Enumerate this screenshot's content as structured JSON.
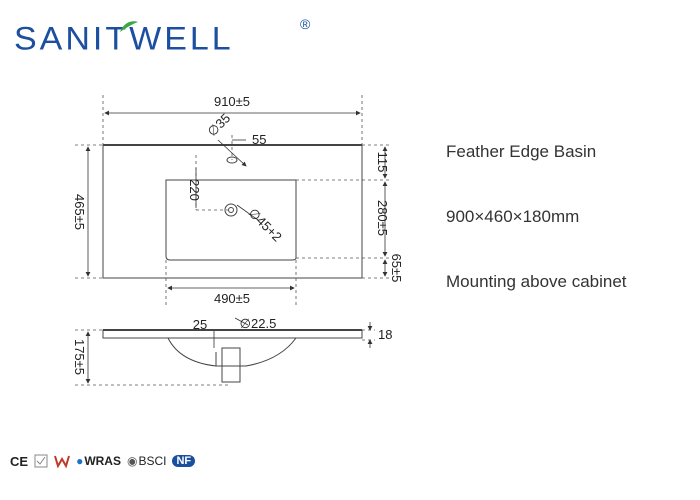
{
  "brand": {
    "logo_text": "SANITWELL",
    "registered_mark": "®",
    "brand_color": "#1c4fa0",
    "leaf_color": "#3aa845"
  },
  "product": {
    "name": "Feather Edge Basin",
    "size": "900×460×180mm",
    "mounting": "Mounting above cabinet"
  },
  "dimensions": {
    "top_width": "910±5",
    "tap_hole": "∅35",
    "tap_offset": "55",
    "top_edge": "115",
    "basin_depth_plan": "220",
    "drain_hole": "∅45+2",
    "basin_length": "280±5",
    "front_edge": "65±5",
    "depth": "465±5",
    "basin_width": "490±5",
    "side_offset": "25",
    "drain_dia": "∅22.5",
    "top_thickness": "18",
    "total_height": "175±5"
  },
  "certifications": [
    "CE",
    "WRAS",
    "BSCI",
    "NF"
  ],
  "colors": {
    "line": "#444444",
    "dim_line": "#333333"
  }
}
